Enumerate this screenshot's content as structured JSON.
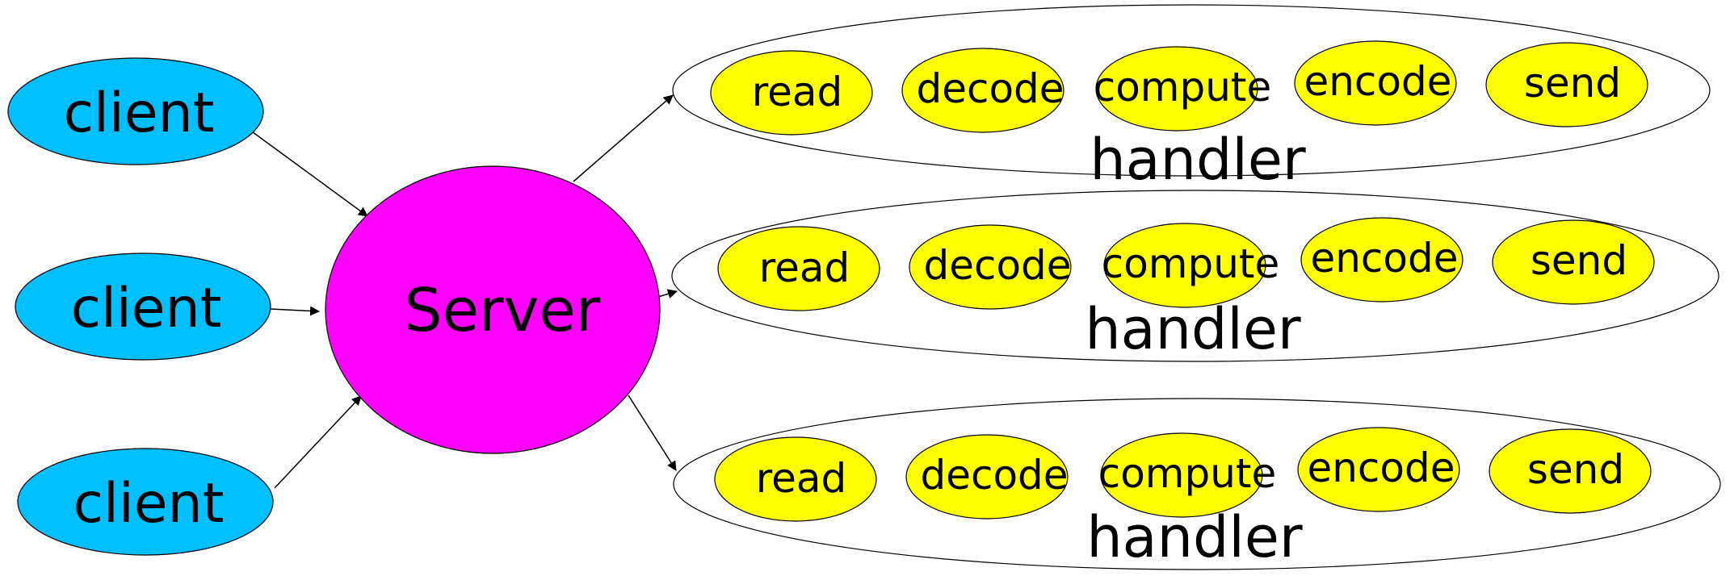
{
  "colors": {
    "client_fill": "#00bfff",
    "server_fill": "#ff00ff",
    "stage_fill": "#ffff00",
    "handler_fill": "#ffffff",
    "stroke": "#000000"
  },
  "clients": [
    {
      "label": "client"
    },
    {
      "label": "client"
    },
    {
      "label": "client"
    }
  ],
  "server": {
    "label": "Server"
  },
  "handlers": [
    {
      "label": "handler",
      "stages": [
        "read",
        "decode",
        "compute",
        "encode",
        "send"
      ]
    },
    {
      "label": "handler",
      "stages": [
        "read",
        "decode",
        "compute",
        "encode",
        "send"
      ]
    },
    {
      "label": "handler",
      "stages": [
        "read",
        "decode",
        "compute",
        "encode",
        "send"
      ]
    }
  ]
}
